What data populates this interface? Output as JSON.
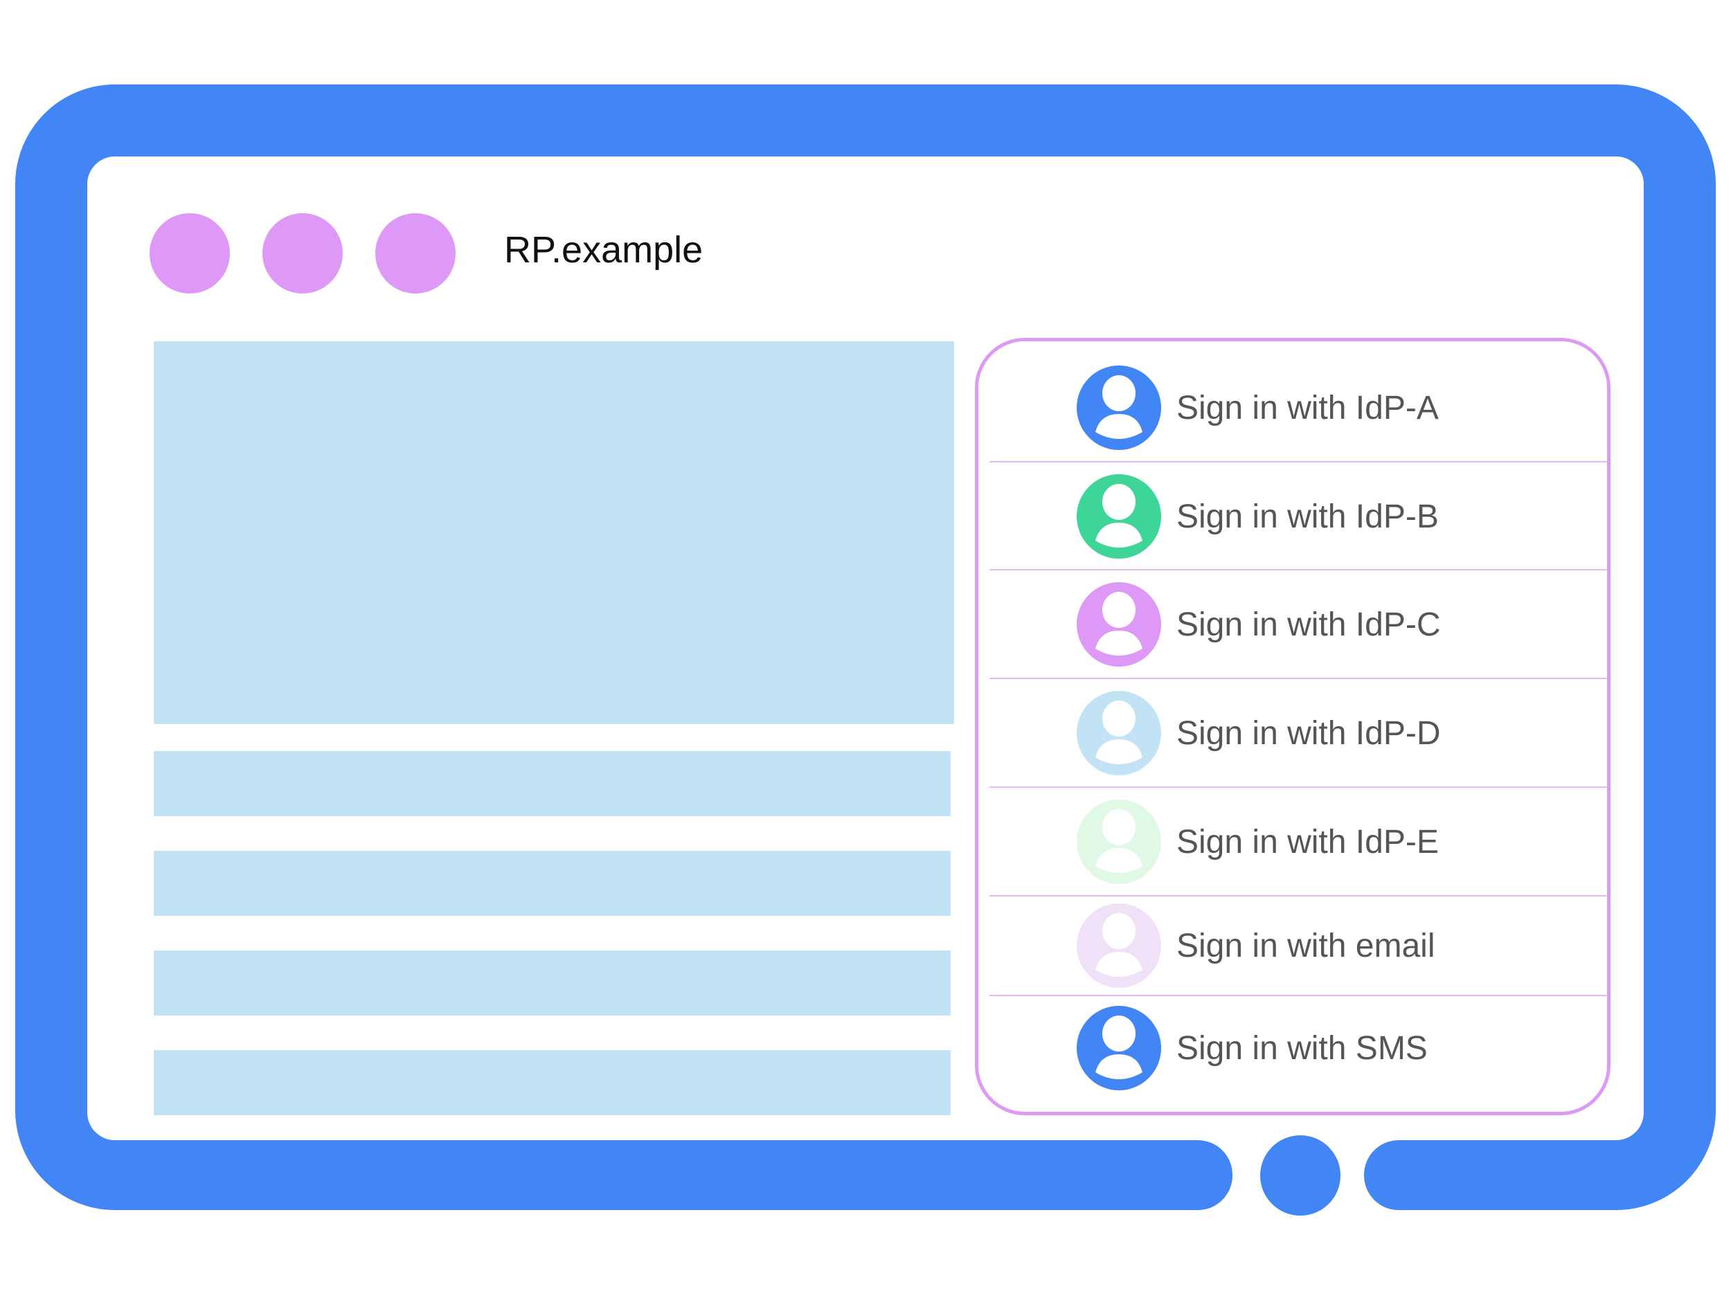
{
  "window": {
    "title": "RP.example",
    "dot_color": "#dd99f5",
    "frame_color": "#4285f4",
    "content_color": "#c2e2f5"
  },
  "signin_panel": {
    "border_color": "#dd99f5",
    "options": [
      {
        "label": "Sign in with IdP-A",
        "icon": "account-circle-icon",
        "color": "#4285f4"
      },
      {
        "label": "Sign in with IdP-B",
        "icon": "account-circle-icon",
        "color": "#3dd598"
      },
      {
        "label": "Sign in with IdP-C",
        "icon": "account-circle-icon",
        "color": "#dd99f5"
      },
      {
        "label": "Sign in with IdP-D",
        "icon": "account-circle-icon",
        "color": "#c2e2f5"
      },
      {
        "label": "Sign in with IdP-E",
        "icon": "account-circle-icon",
        "color": "#e0f8e6"
      },
      {
        "label": "Sign in with email",
        "icon": "account-circle-icon",
        "color": "#f0e0f8"
      },
      {
        "label": "Sign in with SMS",
        "icon": "account-circle-icon",
        "color": "#4285f4"
      }
    ]
  }
}
